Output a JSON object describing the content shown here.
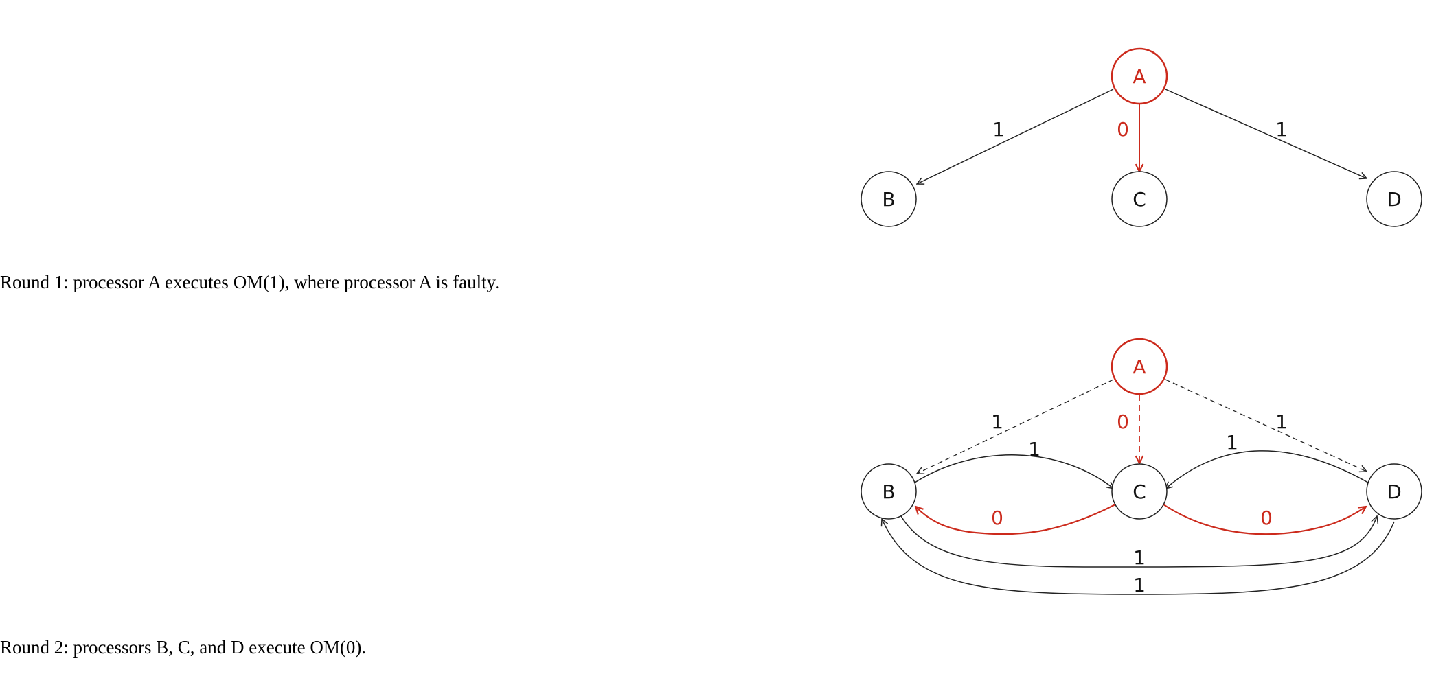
{
  "colors": {
    "faulty": "#cc2a1c",
    "normal": "#222222"
  },
  "captions": {
    "round1": "Round 1: processor A executes OM(1), where processor A is faulty.",
    "round2": "Round 2: processors B, C, and D execute OM(0)."
  },
  "round1": {
    "nodes": {
      "A": "A",
      "B": "B",
      "C": "C",
      "D": "D"
    },
    "edges": {
      "a_to_b": "1",
      "a_to_c": "0",
      "a_to_d": "1"
    }
  },
  "round2": {
    "nodes": {
      "A": "A",
      "B": "B",
      "C": "C",
      "D": "D"
    },
    "edges": {
      "a_to_b": "1",
      "a_to_c": "0",
      "a_to_d": "1",
      "b_to_c": "1",
      "d_to_c": "1",
      "c_to_b": "0",
      "c_to_d": "0",
      "b_to_d": "1",
      "d_to_b": "1"
    }
  }
}
